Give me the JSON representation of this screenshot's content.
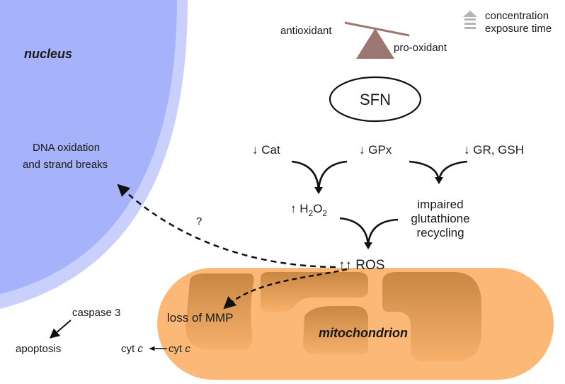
{
  "balance": {
    "antioxidant_label": "antioxidant",
    "pro_oxidant_label": "pro-oxidant"
  },
  "legend": {
    "line1": "concentration",
    "line2": "exposure time"
  },
  "sfn": {
    "label": "SFN"
  },
  "enzymes": {
    "cat": "↓ Cat",
    "gpx": "↓ GPx",
    "gr_gsh": "↓ GR, GSH"
  },
  "h2o2": {
    "prefix": "↑ H",
    "sub1": "2",
    "mid": "O",
    "sub2": "2"
  },
  "glutathione": {
    "line1": "impaired",
    "line2": "glutathione",
    "line3": "recycling"
  },
  "ros": {
    "label": "↑↑ ROS"
  },
  "nucleus": {
    "title": "nucleus",
    "line1": "DNA oxidation",
    "line2": "and strand breaks",
    "question": "?"
  },
  "mitochondrion": {
    "title": "mitochondrion",
    "mmp": "loss of MMP",
    "cytc_in": "cyt ",
    "cytc_in_italic": "c",
    "cytc_out": "cyt ",
    "cytc_out_italic": "c"
  },
  "apoptosis": {
    "caspase": "caspase 3",
    "label": "apoptosis"
  },
  "colors": {
    "nucleus_fill": "#a6b3fb",
    "nucleus_rim": "#c9d0fb",
    "mito_outer": "#fbb877",
    "mito_inner_top": "#c8843f",
    "mito_inner_bottom": "#f6ad69",
    "balance": "#9c7670"
  }
}
